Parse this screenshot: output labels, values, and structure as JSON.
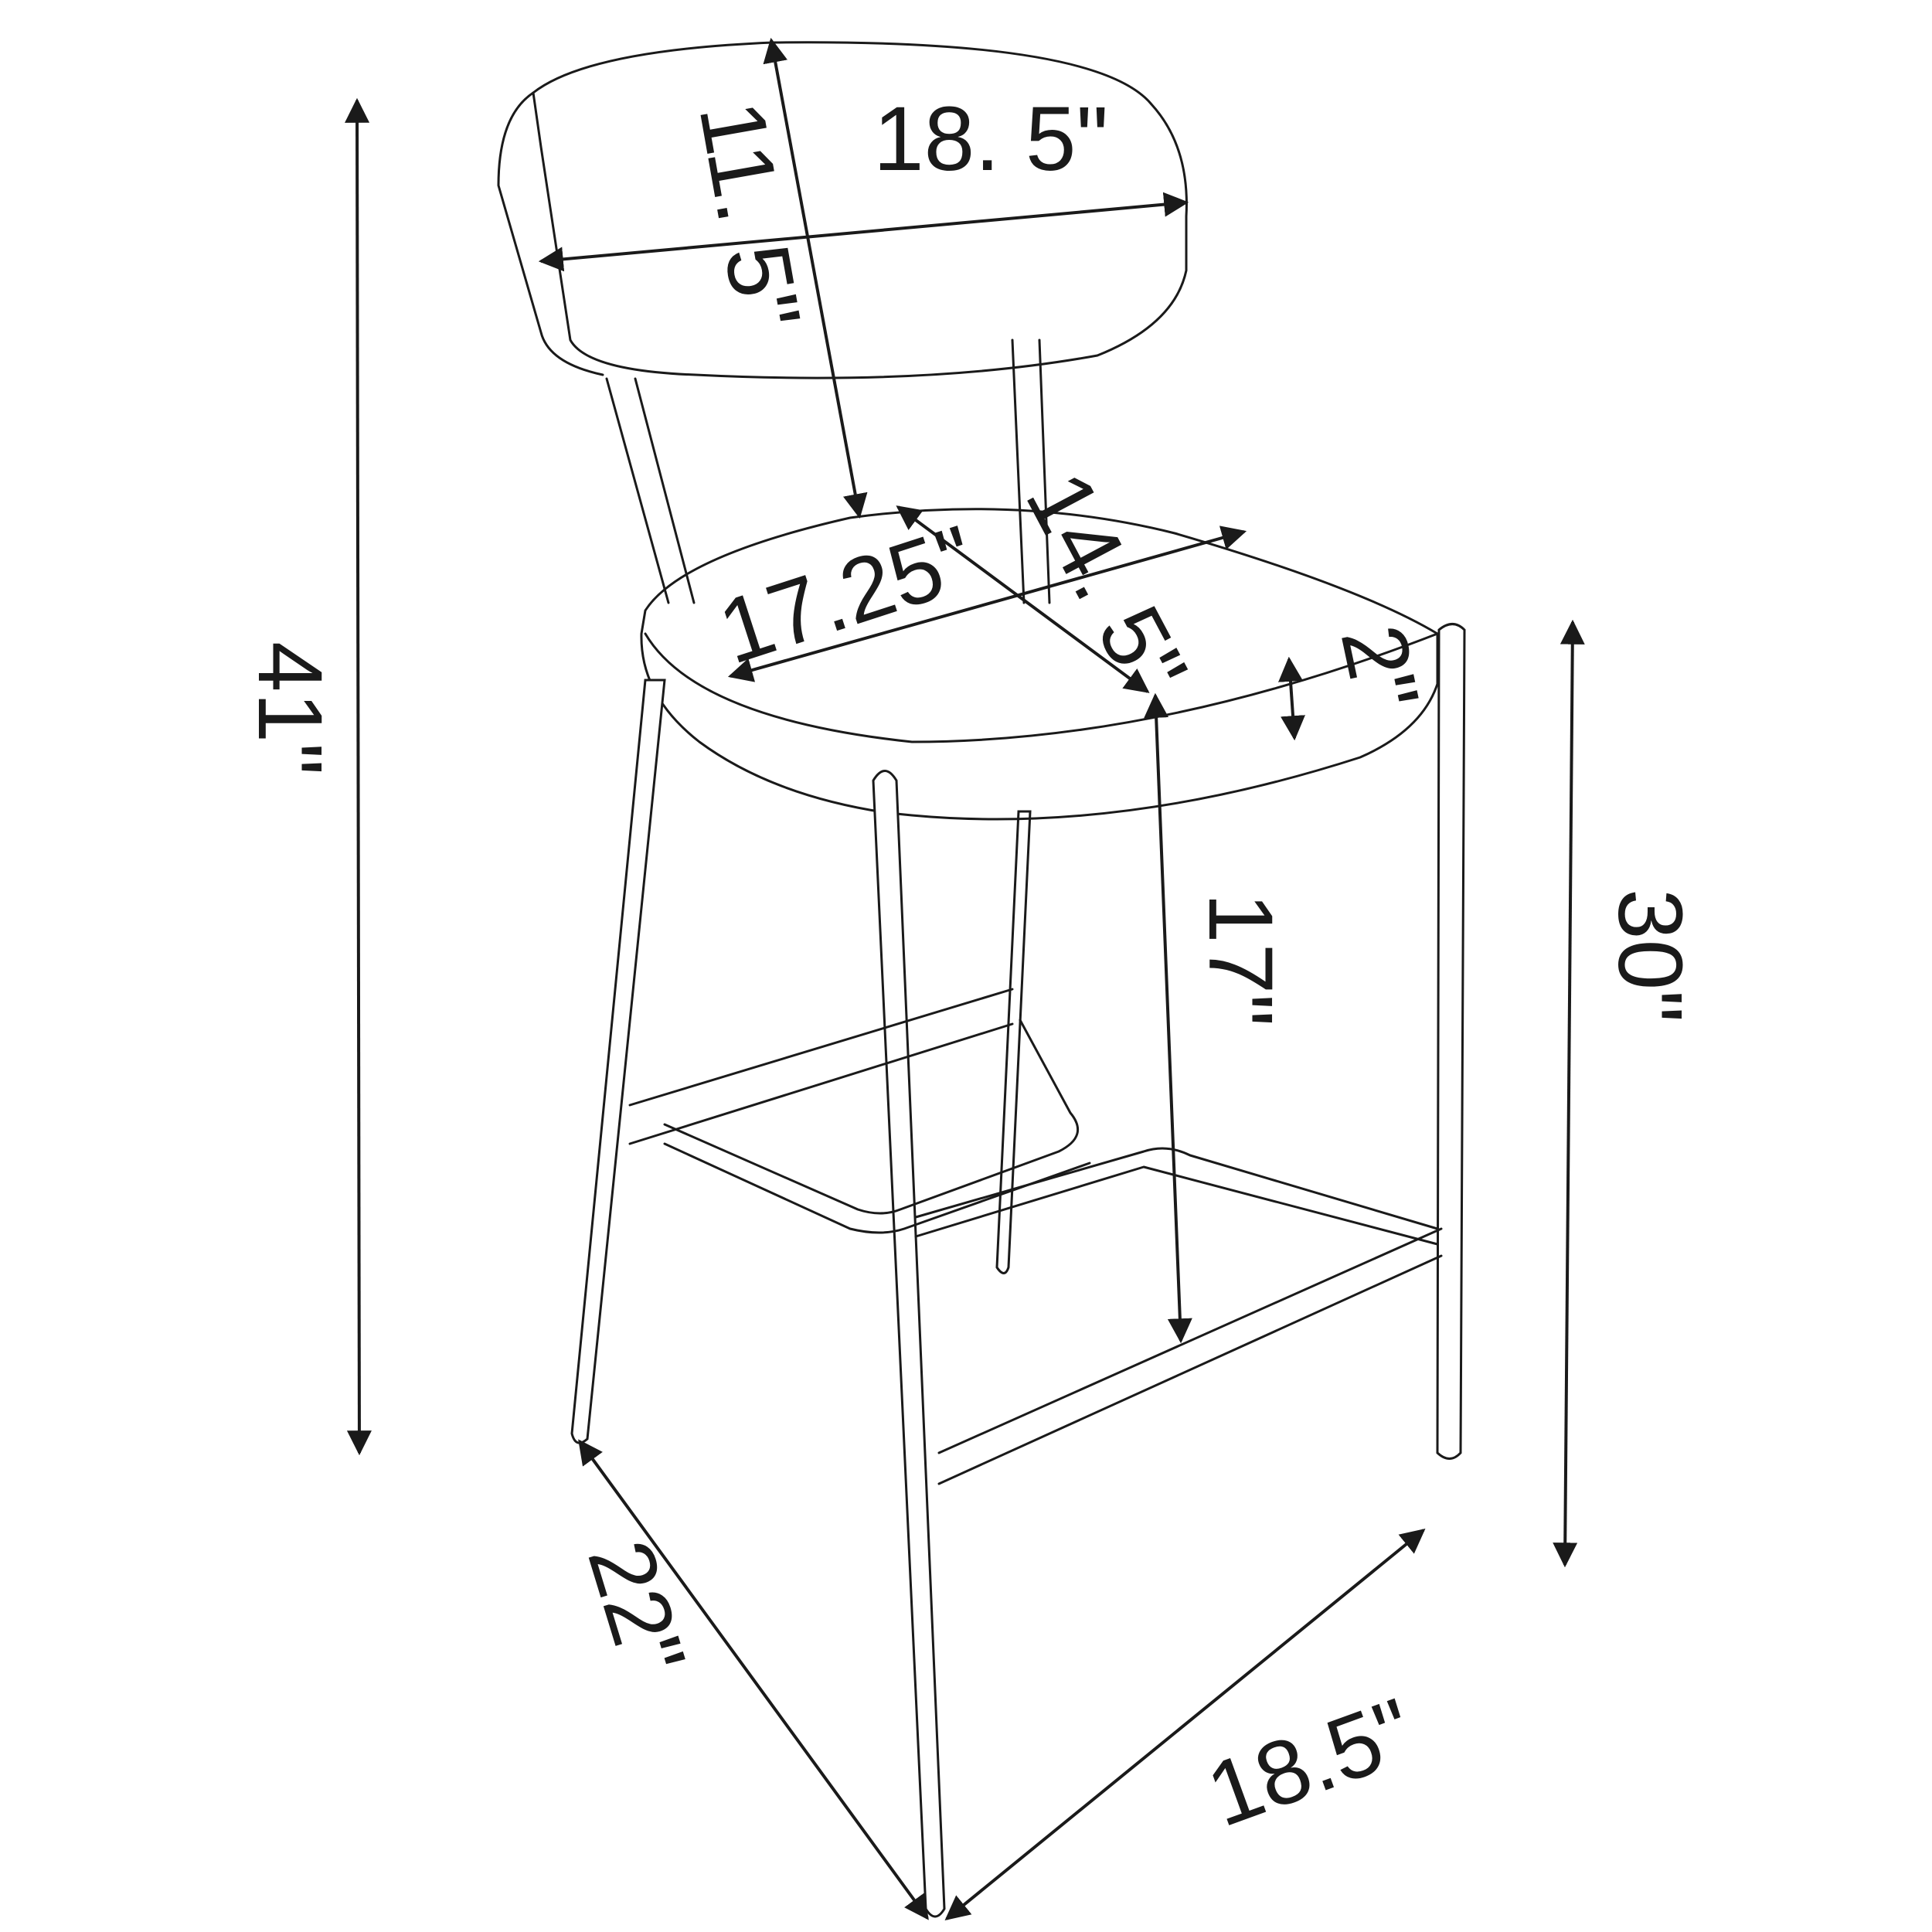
{
  "diagram": {
    "subject": "Bar stool dimension drawing",
    "line_color": "#1a1a1a",
    "background": "#ffffff",
    "dimensions": {
      "overall_height": "41\"",
      "seat_height": "30\"",
      "backrest_width": "18. 5\"",
      "backrest_height": "11. 5\"",
      "seat_width": "17.25\"",
      "seat_depth": "14. 5\"",
      "seat_thickness": "2\"",
      "seat_to_footrest": "17\"",
      "base_depth": "22\"",
      "base_width": "18.5\""
    }
  }
}
